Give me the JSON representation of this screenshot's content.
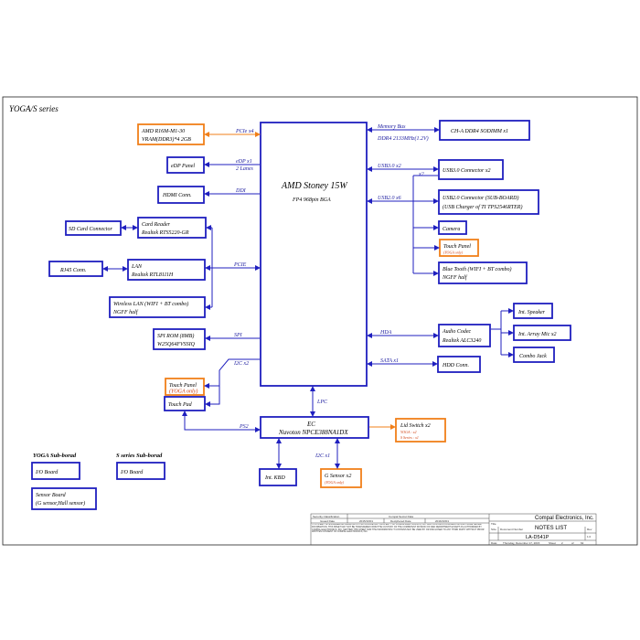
{
  "title": "YOGA/S series",
  "cpu": {
    "name": "AMD Stoney   15W",
    "package": "FP4 968pin BGA"
  },
  "gpu": {
    "line1": "AMD R16M-M1-30",
    "line2": "VRAM(DDR3)*4 2GB"
  },
  "edp_panel": "eDP Panel",
  "hdmi": "HDMI Conn.",
  "sd_card": "SD Card Connector",
  "card_reader": {
    "line1": "Card Reader",
    "line2": "Realtek RTS5220-GR"
  },
  "rj45": "RJ45 Conn.",
  "lan": {
    "line1": "LAN",
    "line2": "Realtek RTL8111H"
  },
  "wlan": {
    "line1": "Wireless LAN (WIFI + BT combo)",
    "line2": "NGFF half"
  },
  "spi_rom": {
    "line1": "SPI ROM (8MB)",
    "line2": "W25Q64FVSSIQ"
  },
  "touch_panel_left": {
    "line1": "Touch Panel",
    "line2": "(YOGA only)"
  },
  "touch_pad": "Touch Pad",
  "ec": {
    "line1": "EC",
    "line2": "Nuvoton NPCE388NA1DX"
  },
  "lid_switch": {
    "line1": "Lid Switch x2",
    "line2": "YOGA : x2",
    "line3": "S Series : x1"
  },
  "int_kbd": "Int. KBD",
  "g_sensor": {
    "line1": "G Sensor x2",
    "line2": "(YOGA only)"
  },
  "dimm": "CH-A DDR4 SODIMM x1",
  "usb3": "USB3.0 Connector x2",
  "usb2": {
    "line1": "USB2.0 Connector (SUB-BOARD)",
    "line2": "(USB Charger of TI TPS2546RTER)"
  },
  "camera": "Camera",
  "touch_panel_right": {
    "line1": "Touch Panel",
    "line2": "(YOGA only)"
  },
  "bt": {
    "line1": "Blue Tooth (WIFI + BT combo)",
    "line2": "NGFF half"
  },
  "audio": {
    "line1": "Audio Codec",
    "line2": "Realtek ALC3240"
  },
  "speaker": "Int. Speaker",
  "mic": "Int. Array Mic x2",
  "combo_jack": "Combo Jack",
  "hdd": "HDD Conn.",
  "labels": {
    "pcie_x4": "PCIe x4",
    "edp_x1": "eDP x1",
    "lanes2": "2 Lanes",
    "ddi": "DDI",
    "pcie": "PCIE",
    "spi": "SPI",
    "i2c_x2": "I2C x2",
    "lpc": "LPC",
    "ps2": "PS2",
    "i2c_x1": "I2C x1",
    "memory_bus": "Memory Bus",
    "ddr4_speed": "DDR4 2133MHz(1.2V)",
    "usb30_x2": "USB3.0 x2",
    "x2": "x2",
    "usb20_x6": "USB2.0 x6",
    "hda": "HDA",
    "sata_x1": "SATA x1"
  },
  "yoga_sub": {
    "title": "YOGA Sub-borad",
    "io": "I/O Board",
    "sensor_line1": "Sensor Board",
    "sensor_line2": "(G sensor,Hall sensor)"
  },
  "s_sub": {
    "title": "S series  Sub-borad",
    "io": "I/O Board"
  },
  "title_block": {
    "security": "Security Classification",
    "compal_secret": "Compal Secret Data",
    "company": "Compal Electronics, Inc.",
    "issued_date": "Issued Date",
    "issued_val": "2015/10/01",
    "decipher_date": "Deciphered Date",
    "decipher_val": "2016/10/01",
    "title_lbl": "Title",
    "title_val": "NOTES LIST",
    "size": "Size",
    "doc_no": "Document Number",
    "rev": "Rev",
    "doc_val": "LA-D541P",
    "rev_val": "1.0",
    "date": "Date:",
    "date_val": "Thursday, December 17, 2015",
    "sheet": "Sheet",
    "sheet_val": "2",
    "of": "of",
    "of_val": "62",
    "notice": "THIS SHEET OF ENGINEERING DRAWING IS THE PROPRIETARY PROPERTY OF COMPAL ELECTRONICS, INC. AND CONTAINS CONFIDENTIAL AND TRADE SECRET INFORMATION. THIS SHEET MAY NOT BE TRANSFERED FROM THE CUSTODY OF THE COMPETENT DIVISION OF R&D DEPARTMENT EXCEPT AS AUTHORIZED BY COMPAL ELECTRONICS, INC. NEITHER THIS SHEET NOR THE INFORMATION IT CONTAINS MAY BE USED BY OR DISCLOSED TO ANY THIRD PARTY WITHOUT PRIOR WRITTEN CONSENT OF COMPAL ELECTRONICS, INC."
  }
}
